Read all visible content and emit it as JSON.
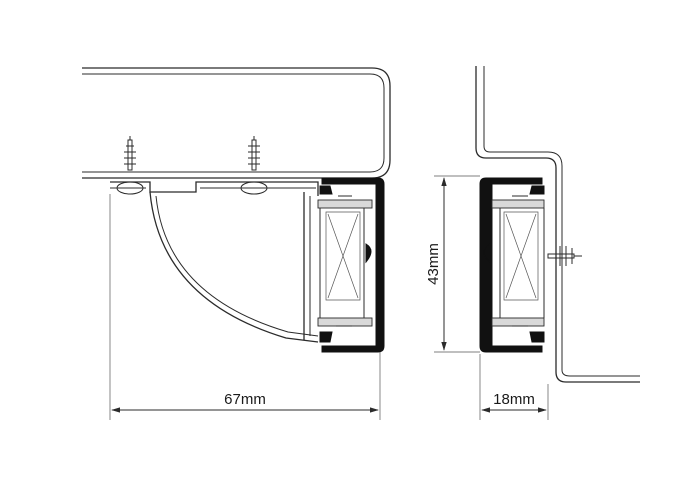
{
  "dimensions": {
    "width_label": "67mm",
    "height_label": "43mm",
    "depth_label": "18mm"
  }
}
